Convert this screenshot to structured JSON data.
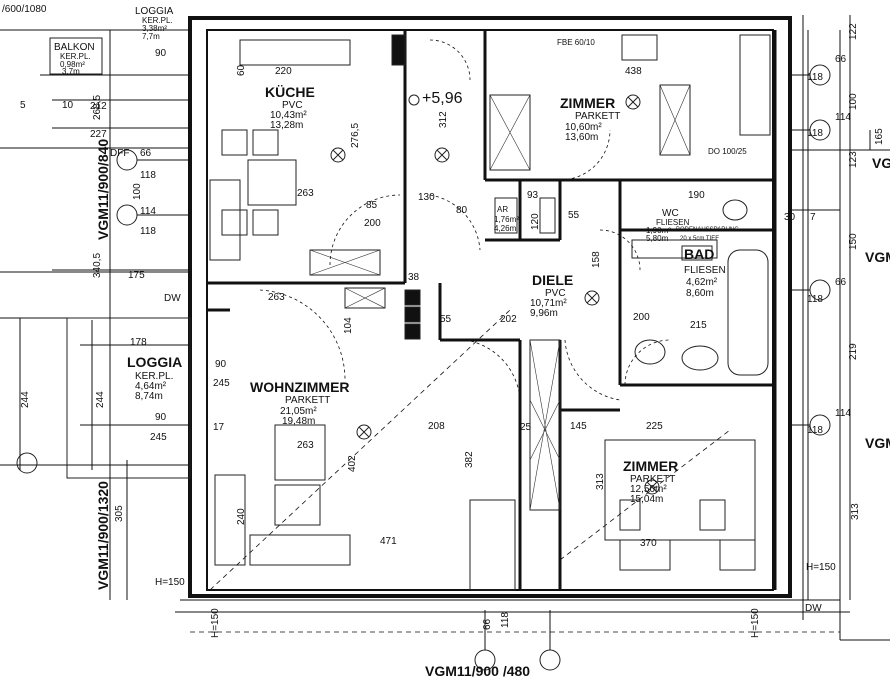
{
  "rooms": {
    "kueche": {
      "name": "KÜCHE",
      "floor": "PVC",
      "area1": "10,43m²",
      "area2": "13,28m"
    },
    "zimmer1": {
      "name": "ZIMMER",
      "floor": "PARKETT",
      "area1": "10,60m²",
      "area2": "13,60m"
    },
    "wohnzimmer": {
      "name": "WOHNZIMMER",
      "floor": "PARKETT",
      "area1": "21,05m²",
      "area2": "19,48m"
    },
    "diele": {
      "name": "DIELE",
      "floor": "PVC",
      "area1": "10,71m²",
      "area2": "9,96m"
    },
    "bad": {
      "name": "BAD",
      "floor": "FLIESEN",
      "area1": "4,62m²",
      "area2": "8,60m"
    },
    "zimmer2": {
      "name": "ZIMMER",
      "floor": "PARKETT",
      "area1": "12,50m²",
      "area2": "15,04m"
    },
    "wc": {
      "name": "WC",
      "floor": "FLIESEN",
      "area1": "1,90m²",
      "area2": "5,80m"
    },
    "ar": {
      "name": "AR",
      "area1": "1,76m²",
      "area2": "4,26m"
    },
    "loggia_top": {
      "name": "LOGGIA",
      "floor": "KER.PL.",
      "area1": "3,38m²",
      "area2": "7,7m"
    },
    "balkon": {
      "name": "BALKON",
      "floor": "KER.PL.",
      "area1": "0,98m²",
      "area2": "3,7m"
    },
    "loggia": {
      "name": "LOGGIA",
      "floor": "KER.PL.",
      "area1": "4,64m²",
      "area2": "8,74m"
    }
  },
  "labels": {
    "level": "+5,96",
    "vgm_left": "VGM11/900/840",
    "vgm_left2": "VGM11/900/1320",
    "vgm_bottom": "VGM11/900 /480",
    "vgm_top_left": "/600/1080",
    "vgm_right1": "VG",
    "vgm_right2": "VGM",
    "vgm_right3": "VGM",
    "fbe": "FBE 60/10",
    "do": "DO 100/25",
    "bodenaussparung": "BODENAUSSPARUNG",
    "bodenaussparung2": "20 x 5cm TIEF",
    "dw_left": "DW",
    "dw_bottom": "DW",
    "h150a": "H=150",
    "h150b": "H=150",
    "h150c": "H=150",
    "h150d": "H=150"
  },
  "dims": {
    "d220": "220",
    "d438": "438",
    "d263a": "263",
    "d263b": "263",
    "d263c": "263",
    "d200a": "200",
    "d200b": "200",
    "d471": "471",
    "d382": "382",
    "d402": "402",
    "d208": "208",
    "d225": "225",
    "d145": "145",
    "d178": "178",
    "d244a": "244",
    "d244b": "244",
    "d245a": "245",
    "d245b": "245",
    "d90a": "90",
    "d90b": "90",
    "d90c": "90",
    "d227": "227",
    "d212": "212",
    "d175": "175",
    "d312": "312",
    "d130": "130",
    "d85": "85",
    "d80": "80",
    "d190": "190",
    "d215": "215",
    "d313a": "313",
    "d313b": "313",
    "d370": "370",
    "d305": "305",
    "d219": "219",
    "d150": "150",
    "d123": "123",
    "d165": "165",
    "d122": "122",
    "d100a": "100",
    "d100b": "100",
    "d118a": "118",
    "d118b": "118",
    "d118c": "118",
    "d118d": "118",
    "d118e": "118",
    "d118f": "118",
    "d118g": "118",
    "d66a": "66",
    "d66b": "66",
    "d66c": "66",
    "d66d": "66",
    "d114a": "114",
    "d114b": "114",
    "d114c": "114",
    "dff": "DFF",
    "d104": "104",
    "d55a": "55",
    "d55b": "55",
    "d38": "38",
    "d93": "93",
    "d120": "120",
    "d158": "158",
    "d202": "202",
    "d25": "25",
    "d10": "10",
    "d5": "5",
    "d30": "30",
    "d7": "7",
    "d17": "17",
    "d60": "60",
    "d276": "276,5",
    "d2685": "268,5",
    "d3405": "340,5",
    "d240": "240"
  }
}
